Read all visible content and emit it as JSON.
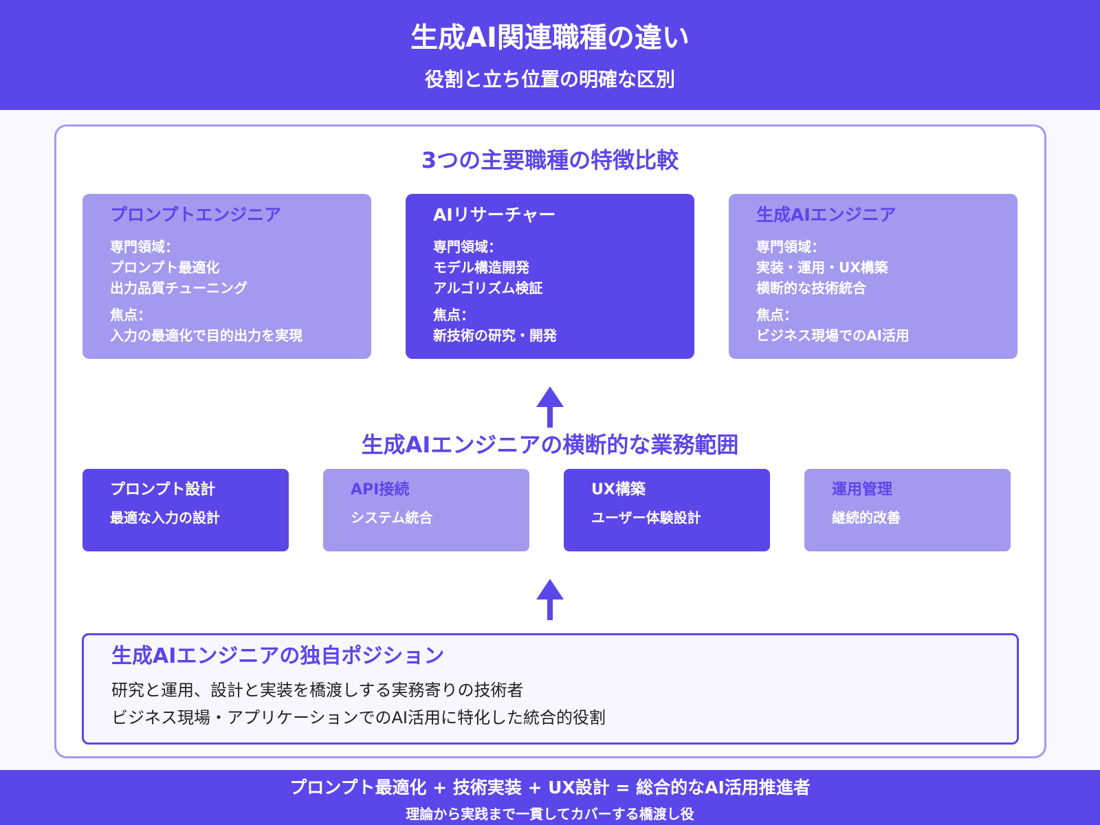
{
  "header": {
    "title": "生成AI関連職種の違い",
    "subtitle": "役割と立ち位置の明確な区別"
  },
  "comparison": {
    "title": "3つの主要職種の特徴比較",
    "roles": [
      {
        "title": "プロンプトエンジニア",
        "style": "light",
        "expertise_label": "専門領域：",
        "expertise": [
          "プロンプト最適化",
          "出力品質チューニング"
        ],
        "focus_label": "焦点：",
        "focus": "入力の最適化で目的出力を実現"
      },
      {
        "title": "AIリサーチャー",
        "style": "dark",
        "expertise_label": "専門領域：",
        "expertise": [
          "モデル構造開発",
          "アルゴリズム検証"
        ],
        "focus_label": "焦点：",
        "focus": "新技術の研究・開発"
      },
      {
        "title": "生成AIエンジニア",
        "style": "light",
        "expertise_label": "専門領域：",
        "expertise": [
          "実装・運用・UX構築",
          "横断的な技術統合"
        ],
        "focus_label": "焦点：",
        "focus": "ビジネス現場でのAI活用"
      }
    ]
  },
  "scope": {
    "title": "生成AIエンジニアの横断的な業務範囲",
    "tasks": [
      {
        "title": "プロンプト設計",
        "desc": "最適な入力の設計",
        "style": "dark"
      },
      {
        "title": "API接続",
        "desc": "システム統合",
        "style": "light"
      },
      {
        "title": "UX構築",
        "desc": "ユーザー体験設計",
        "style": "dark"
      },
      {
        "title": "運用管理",
        "desc": "継続的改善",
        "style": "light"
      }
    ]
  },
  "position": {
    "title": "生成AIエンジニアの独自ポジション",
    "lines": [
      "研究と運用、設計と実装を橋渡しする実務寄りの技術者",
      "ビジネス現場・アプリケーションでのAI活用に特化した統合的役割"
    ]
  },
  "footer": {
    "main": "プロンプト最適化 + 技術実装 + UX設計 = 総合的なAI活用推進者",
    "sub": "理論から実践まで一貫してカバーする橋渡し役"
  },
  "colors": {
    "primary": "#5b46e9",
    "light": "#a399ef",
    "background": "#f8f8fe",
    "position_bg": "#f8f7ff"
  },
  "icons": {
    "arrow_1": "arrow-up-icon",
    "arrow_2": "arrow-up-icon"
  }
}
